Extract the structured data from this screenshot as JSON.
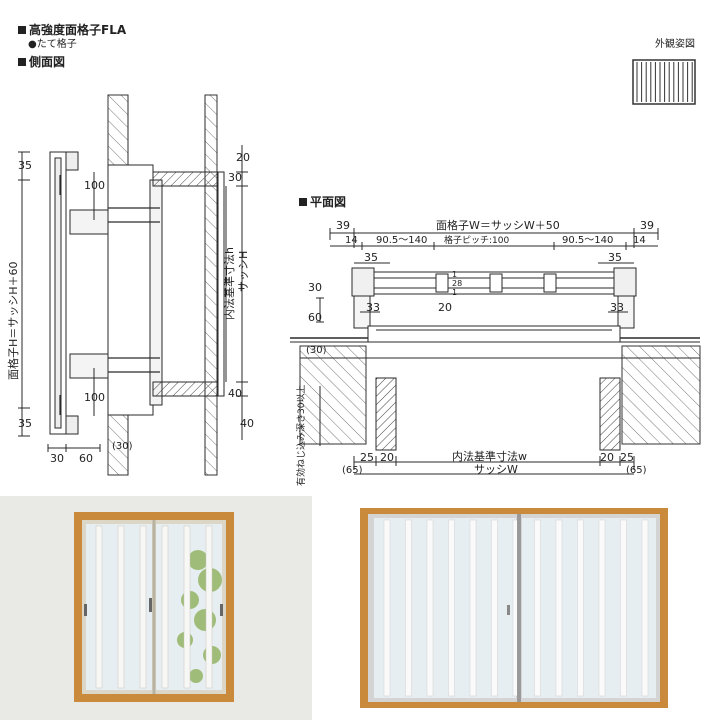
{
  "title": "高強度面格子FLA",
  "subtitle": "●たて格子",
  "side_view": {
    "title": "側面図",
    "height_label": "面格子H＝サッシH＋60",
    "inner_label": "内法基準寸法h",
    "sash_label": "サッシH",
    "dims": {
      "d35_top": "35",
      "d35_bot": "35",
      "d20": "20",
      "d30_top": "30",
      "d100_top": "100",
      "d100_bot": "100",
      "d40_a": "40",
      "d40_b": "40",
      "d30_left": "30",
      "d60": "60",
      "d30_paren": "(30)"
    }
  },
  "exterior_view": {
    "title": "外観姿図"
  },
  "plan_view": {
    "title": "平面図",
    "width_label": "面格子W＝サッシW＋50",
    "pitch_label": "格子ピッチ:100",
    "range_left": "90.5〜140",
    "range_right": "90.5〜140",
    "inner_label": "内法基準寸法w",
    "sash_label": "サッシW",
    "screw_note": "有効ねじ込み深さ30以上",
    "dims": {
      "d39_l": "39",
      "d39_r": "39",
      "d14_l": "14",
      "d14_r": "14",
      "d35_l": "35",
      "d35_r": "35",
      "d30": "30",
      "d1": "1",
      "d28": "28",
      "d1b": "1",
      "d33_l": "33",
      "d33_r": "33",
      "d20_c": "20",
      "d60": "60",
      "d30p": "(30)",
      "d25_l": "25",
      "d20_l": "20",
      "d20_r": "20",
      "d25_r": "25",
      "d65_l": "(65)",
      "d65_r": "(65)"
    }
  },
  "colors": {
    "line": "#2a2a2a",
    "wood": "#c98a3c",
    "frame": "#d9d3c4",
    "glass": "#e7eef2",
    "wall": "#e9e9e6",
    "hatch": "#444444"
  }
}
